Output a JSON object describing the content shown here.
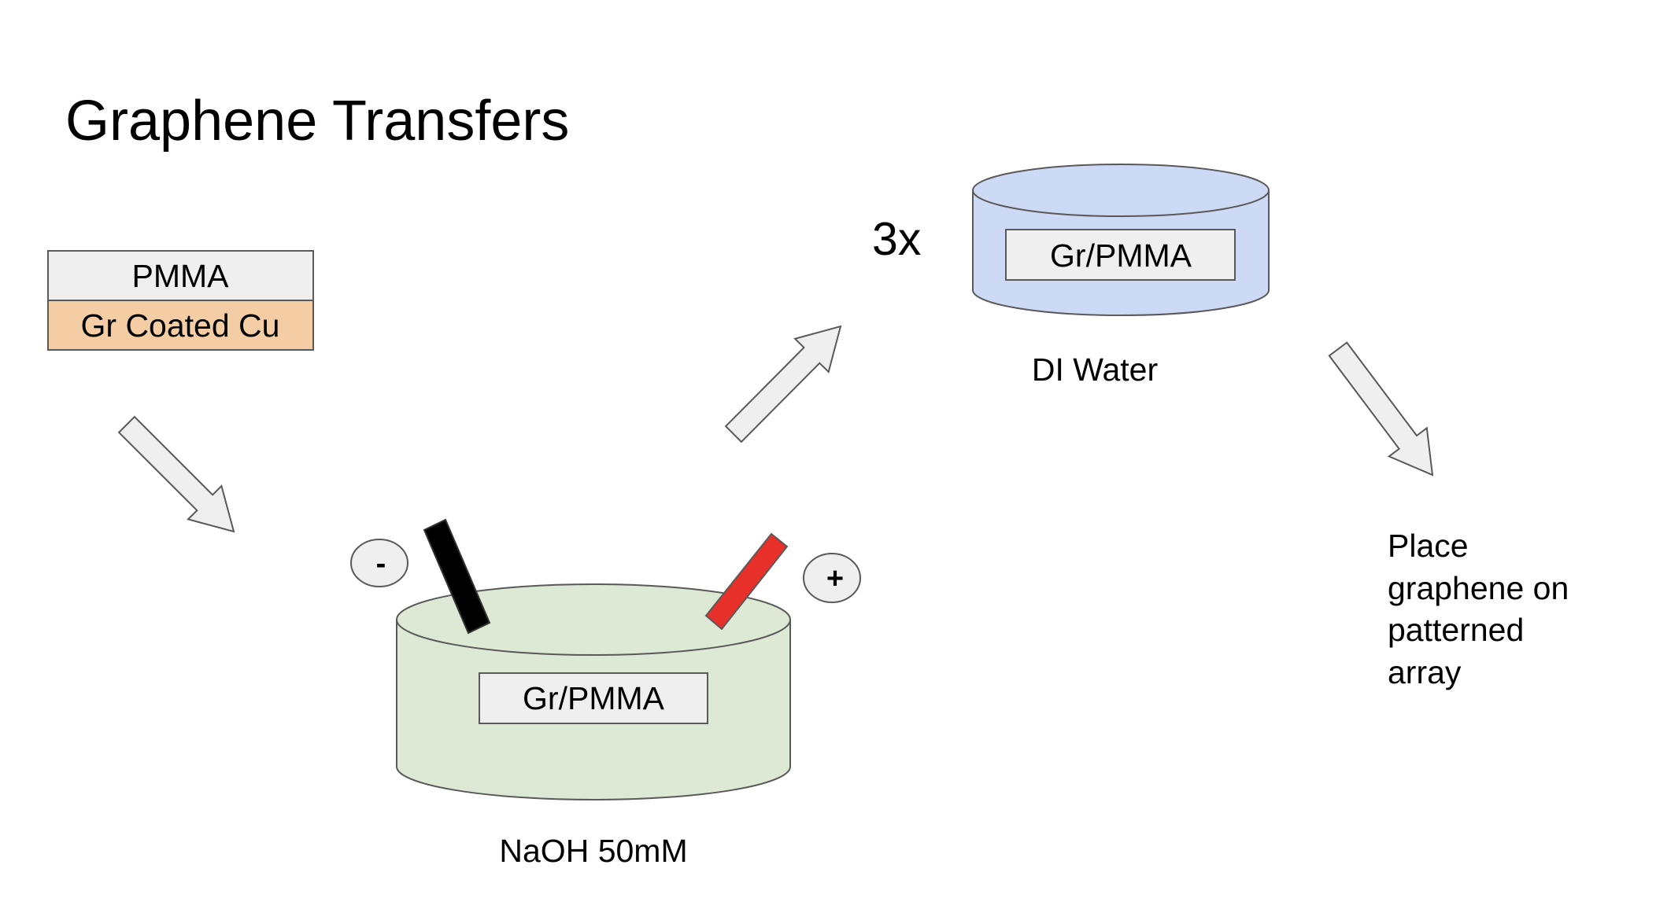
{
  "title": "Graphene Transfers",
  "stack": {
    "top_layer": "PMMA",
    "bottom_layer": "Gr Coated Cu"
  },
  "naoh_bath": {
    "sample_label": "Gr/PMMA",
    "caption": "NaOH 50mM",
    "negative_sign": "-",
    "positive_sign": "+"
  },
  "water_bath": {
    "sample_label": "Gr/PMMA",
    "caption": "DI Water",
    "repeat": "3x"
  },
  "final_step": [
    "Place",
    "graphene on",
    "patterned",
    "array"
  ],
  "colors": {
    "pmma_fill": "#efefef",
    "cu_fill": "#f4cda5",
    "naoh_fill": "#dde9d5",
    "water_fill": "#ccdaf5",
    "arrow_fill": "#efefef",
    "stroke": "#595959",
    "cathode": "#000000",
    "anode": "#e8302a"
  }
}
